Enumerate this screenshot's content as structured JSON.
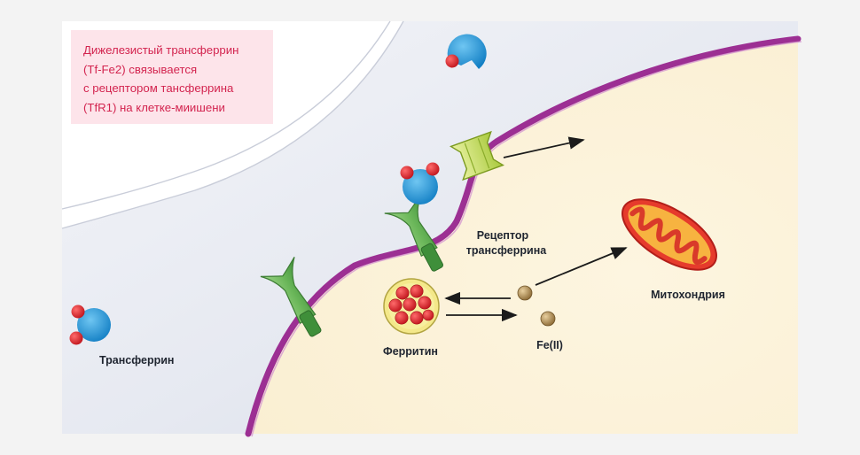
{
  "callout": {
    "lines": [
      "Дижелезистый трансферрин",
      "(Tf-Fe2) связывается",
      "с рецептором тансферрина",
      "(TfR1) на клетке-миишени"
    ]
  },
  "labels": {
    "transferrin": "Трансферрин",
    "receptor_line1": "Рецептор",
    "receptor_line2": "трансферрина",
    "ferritin": "Ферритин",
    "fe2": "Fe(II)",
    "mitochondria": "Митохондрия"
  },
  "colors": {
    "membrane": "#9c2f93",
    "cytoplasm": "#fcf3dc",
    "extracellular": "#dde1ec",
    "transferrin_blue": "#1f97d6",
    "iron_red": "#d8232a",
    "receptor_green": "#5fae4e",
    "callout_bg": "#fde4ea",
    "callout_text": "#d3244f"
  }
}
